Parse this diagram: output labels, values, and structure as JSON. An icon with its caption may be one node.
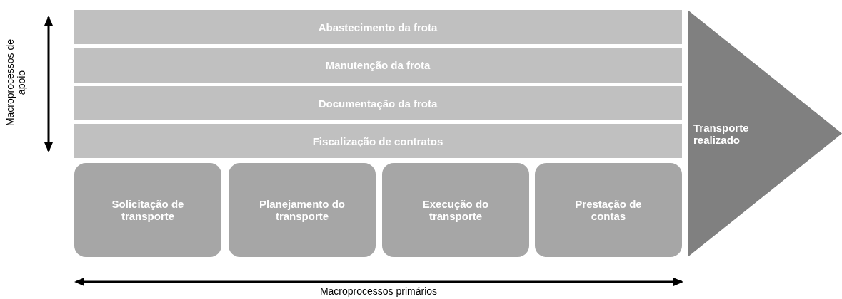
{
  "diagram": {
    "nodes": [
      {
        "text": [
          "Abastecimento da frota"
        ]
      },
      {
        "text": [
          "Manutenção da frota"
        ]
      },
      {
        "text": [
          "Documentação da frota"
        ]
      },
      {
        "text": [
          "Fiscalização de contratos"
        ]
      },
      {
        "text": [
          "Solicitação de transporte"
        ]
      },
      {
        "text": [
          "Planejamento do transporte"
        ]
      },
      {
        "text": [
          "Execução do transporte"
        ]
      },
      {
        "text": [
          "Prestação de contas"
        ]
      },
      {
        "text": [
          "Transporte realizado"
        ]
      }
    ],
    "edges": [],
    "labels": [
      "Macroprocessos de apoio",
      "Macroprocessos primários"
    ]
  }
}
